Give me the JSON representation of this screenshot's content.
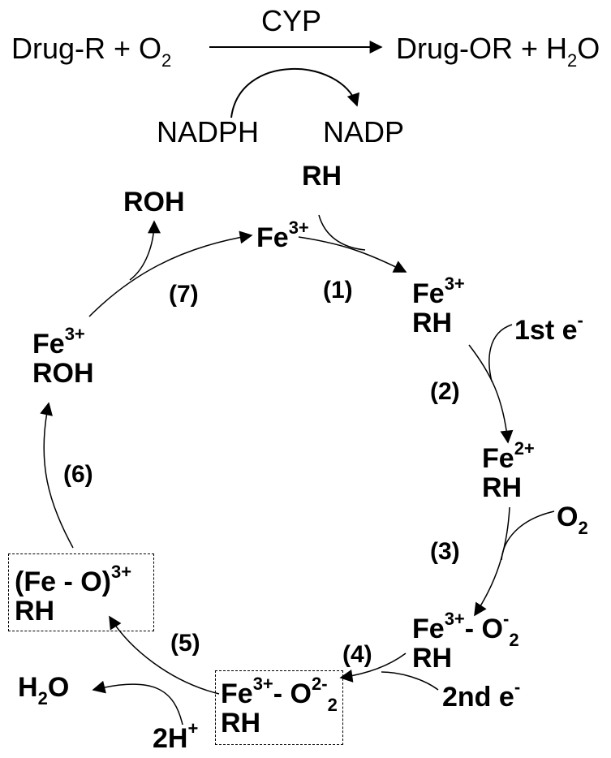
{
  "reaction": {
    "substrate": "Drug-R + O",
    "substrate_sub": "2",
    "enzyme": "CYP",
    "product": "Drug-OR + H",
    "product_sub": "2",
    "product_tail": "O",
    "cofactor_in": "NADPH",
    "cofactor_out": "NADP"
  },
  "cycle": {
    "rh_in": "RH",
    "roh_out": "ROH",
    "fe_top": {
      "base": "Fe",
      "sup": "3+"
    },
    "s1": {
      "fe": "Fe",
      "sup": "3+",
      "line2": "RH"
    },
    "s2": {
      "fe": "Fe",
      "sup": "2+",
      "line2": "RH"
    },
    "s3": {
      "fe": "Fe",
      "sup": "3+",
      "mid": "- O",
      "sup2": "-",
      "sub2": "2",
      "line2": "RH"
    },
    "s4": {
      "fe": "Fe",
      "sup": "3+",
      "mid": "- O",
      "sup2": "2-",
      "sub2": "2",
      "line2": "RH"
    },
    "s5": {
      "text": "(Fe - O)",
      "sup": "3+",
      "line2": "RH"
    },
    "s6": {
      "fe": "Fe",
      "sup": "3+",
      "line2": "ROH"
    },
    "e1": {
      "text": "1st e",
      "sup": "-"
    },
    "o2": {
      "text": "O",
      "sub": "2"
    },
    "e2": {
      "text": "2nd e",
      "sup": "-"
    },
    "h2o": {
      "pre": "H",
      "sub": "2",
      "post": "O"
    },
    "h2": {
      "text": "2H",
      "sup": "+"
    },
    "steps": [
      "(1)",
      "(2)",
      "(3)",
      "(4)",
      "(5)",
      "(6)",
      "(7)"
    ]
  }
}
